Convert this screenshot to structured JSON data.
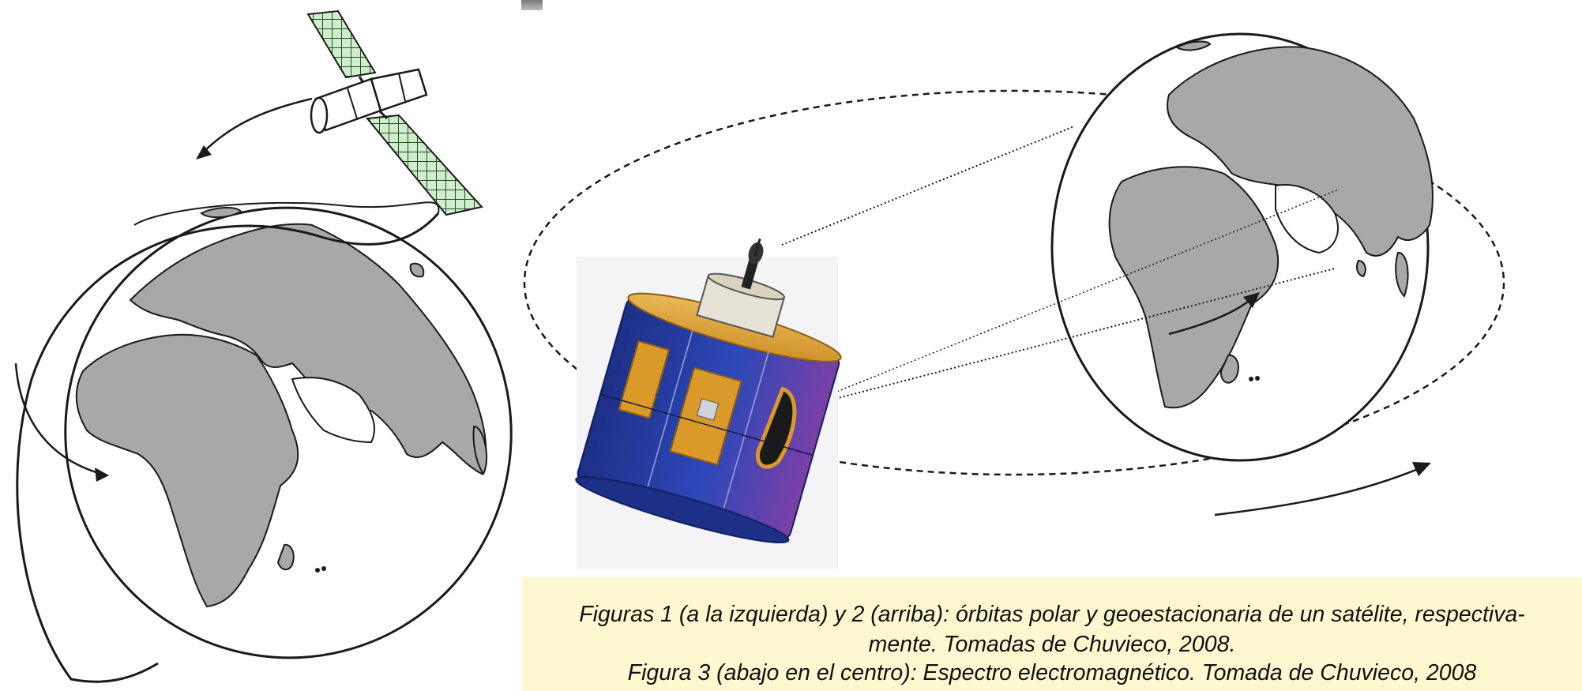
{
  "caption": {
    "line1": "Figuras 1 (a la izquierda) y 2 (arriba): órbitas polar y geoestacionaria de un satélite, respectiva-",
    "line2": "mente. Tomadas de Chuvieco, 2008.",
    "line3": "Figura 3 (abajo en el centro): Espectro electromagnético. Tomada de Chuvieco, 2008"
  },
  "colors": {
    "land": "#a8a8a8",
    "outline": "#1a1a1a",
    "panel": "#cfeecc",
    "caption_bg": "#fdf8d0",
    "sat_body": "#233a9a",
    "sat_gold": "#d99a2a"
  },
  "icons": [
    "polar-orbit-globe",
    "solar-panel-satellite",
    "geostationary-globe",
    "geostationary-satellite"
  ]
}
